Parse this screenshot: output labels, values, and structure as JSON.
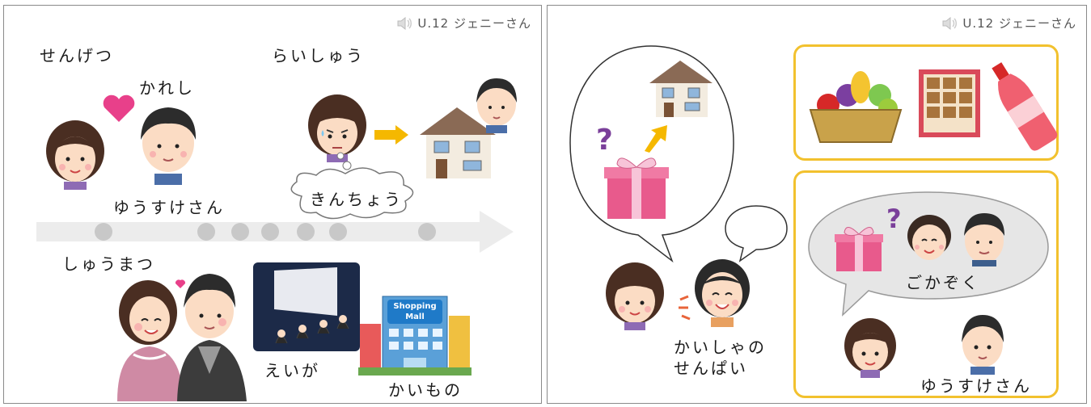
{
  "left_panel": {
    "header": {
      "unit_label": "U.12 ジェニーさん",
      "icon": "speaker-icon"
    },
    "labels": {
      "last_month": "せんげつ",
      "boyfriend": "かれし",
      "yusuke": "ゆうすけさん",
      "next_week": "らいしゅう",
      "nervous": "きんちょう",
      "weekend": "しゅうまつ",
      "movie": "えいが",
      "shopping": "かいもの",
      "mall_sign": "Shopping Mall"
    }
  },
  "right_panel": {
    "header": {
      "unit_label": "U.12 ジェニーさん",
      "icon": "speaker-icon"
    },
    "labels": {
      "family": "ごかぞく",
      "senior": "かいしゃの\nせんぱい",
      "yusuke": "ゆうすけさん"
    }
  },
  "colors": {
    "timeline": "#ececec",
    "timeline_dots": "#c8c8c8",
    "arrow": "#f5b800",
    "box_border": "#f2c12e",
    "heart": "#e8408a",
    "gift": "#e85a8c",
    "question": "#7a3f9a"
  }
}
